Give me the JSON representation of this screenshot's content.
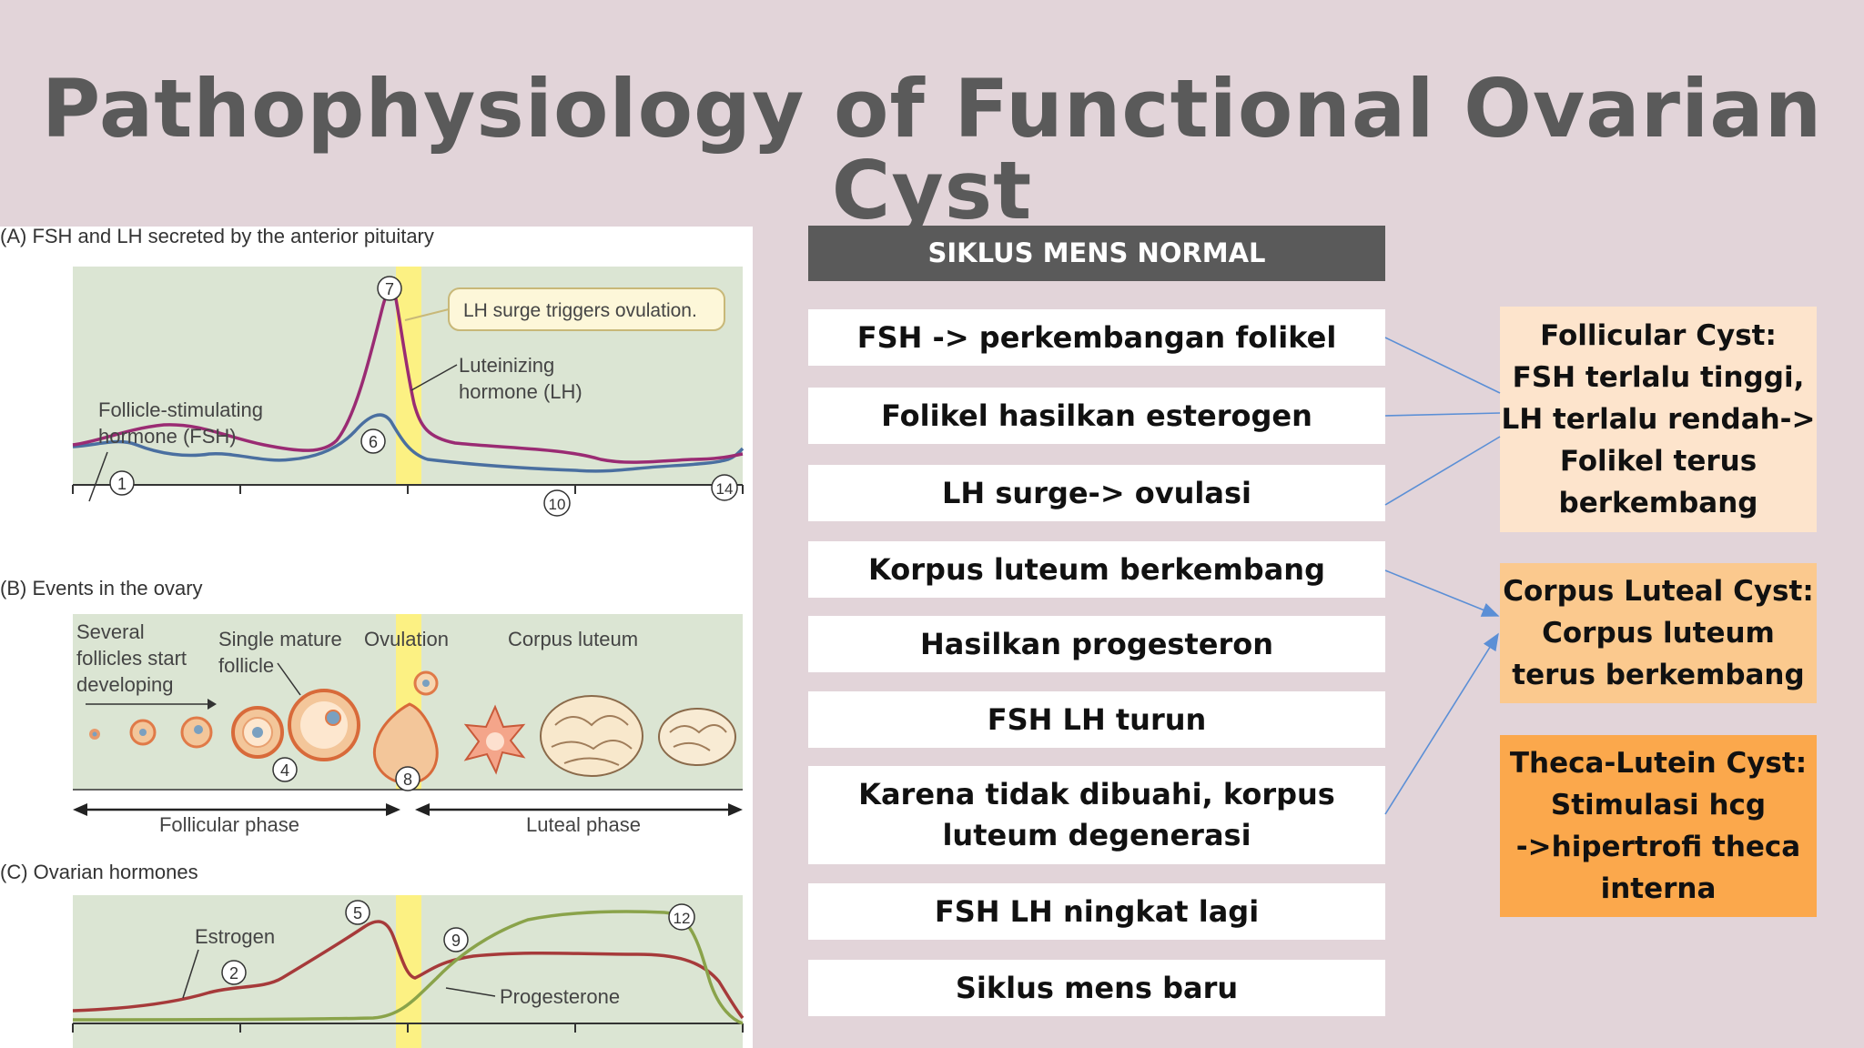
{
  "title": "Pathophysiology of Functional Ovarian Cyst",
  "figure": {
    "panel_a": {
      "heading": "(A)  FSH and LH secreted by the anterior pituitary",
      "callout": "LH surge triggers ovulation.",
      "fsh_label": [
        "Follicle-stimulating",
        "hormone (FSH)"
      ],
      "lh_label": [
        "Luteinizing",
        "hormone (LH)"
      ],
      "markers": [
        "1",
        "6",
        "7",
        "10",
        "14"
      ]
    },
    "panel_b": {
      "heading": "(B)  Events in the ovary",
      "labels": {
        "several": [
          "Several",
          "follicles start",
          "developing"
        ],
        "single": [
          "Single mature",
          "follicle"
        ],
        "ovulation": "Ovulation",
        "corpus": "Corpus luteum"
      },
      "markers": [
        "4",
        "8"
      ],
      "follicular_phase": "Follicular phase",
      "luteal_phase": "Luteal phase"
    },
    "panel_c": {
      "heading": "(C)  Ovarian hormones",
      "estrogen": "Estrogen",
      "progesterone": "Progesterone",
      "markers": [
        "2",
        "5",
        "9",
        "12"
      ]
    },
    "colors": {
      "fsh": "#4a6fa0",
      "lh": "#9a2b73",
      "estrogen": "#a63a3a",
      "progesterone": "#8aa34a",
      "plot_bg": "#dbe5d3",
      "ovulation_band": "#fff27a"
    }
  },
  "header": "SIKLUS MENS NORMAL",
  "steps": [
    {
      "label": "FSH -> perkembangan folikel"
    },
    {
      "label": "Folikel hasilkan esterogen"
    },
    {
      "label": "LH surge-> ovulasi"
    },
    {
      "label": "Korpus luteum berkembang"
    },
    {
      "label": "Hasilkan progesteron"
    },
    {
      "label": "FSH LH turun"
    },
    {
      "label": "Karena tidak dibuahi, korpus luteum degenerasi"
    },
    {
      "label": "FSH LH ningkat lagi"
    },
    {
      "label": "Siklus mens baru"
    }
  ],
  "cysts": [
    {
      "lines": [
        "Follicular Cyst:",
        "FSH terlalu tinggi,",
        "LH terlalu rendah->",
        "Folikel terus",
        "berkembang"
      ],
      "color": "#fde4cc"
    },
    {
      "lines": [
        "Corpus Luteal Cyst:",
        "Corpus luteum",
        "terus berkembang"
      ],
      "color": "#fbc98e"
    },
    {
      "lines": [
        "Theca-Lutein Cyst:",
        "Stimulasi hcg",
        "->hipertrofi theca",
        "interna"
      ],
      "color": "#fba84c"
    }
  ],
  "connector_color": "#5b8fd6"
}
